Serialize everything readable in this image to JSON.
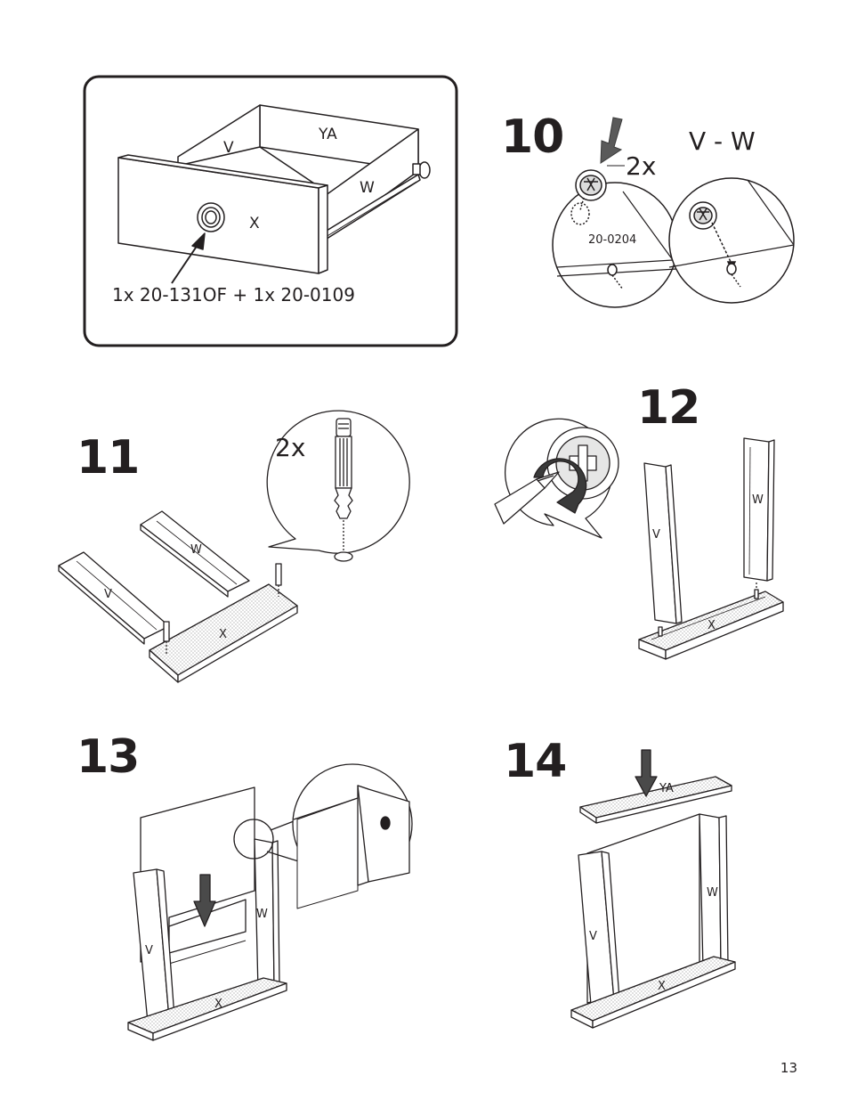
{
  "page_number": "13",
  "drawer_box": {
    "labels": {
      "back": "YA",
      "left": "V",
      "right": "W",
      "front": "X"
    },
    "parts_note": "1x  20-131OF + 1x  20-0109"
  },
  "steps": [
    {
      "number": "10",
      "quantity": "2x",
      "part_code": "20-0204",
      "panels": "V - W"
    },
    {
      "number": "11",
      "quantity": "2x",
      "labels": {
        "w": "W",
        "v": "V",
        "x": "X"
      }
    },
    {
      "number": "12",
      "labels": {
        "v": "V",
        "w": "W",
        "x": "X"
      }
    },
    {
      "number": "13",
      "labels": {
        "v": "V",
        "w": "W",
        "x": "X"
      }
    },
    {
      "number": "14",
      "labels": {
        "ya": "YA",
        "v": "V",
        "w": "W",
        "x": "X"
      }
    }
  ]
}
